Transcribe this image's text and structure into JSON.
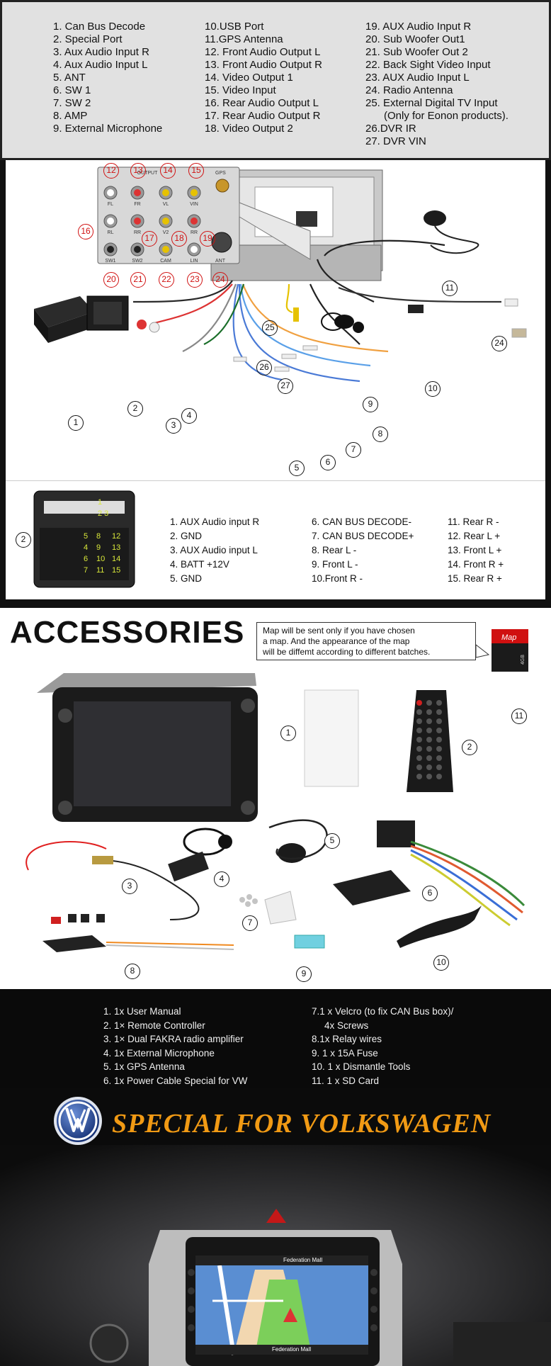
{
  "ports": {
    "col1": [
      "1. Can Bus Decode",
      "2. Special Port",
      "3. Aux Audio Input R",
      "4. Aux Audio Input L",
      "5. ANT",
      "6. SW 1",
      "7. SW 2",
      "8. AMP",
      "9. External Microphone"
    ],
    "col2": [
      "10.USB Port",
      "11.GPS Antenna",
      "12. Front Audio Output L",
      "13. Front Audio Output R",
      "14. Video Output 1",
      "15. Video Input",
      "16. Rear Audio Output L",
      "17. Rear Audio Output R",
      "18. Video Output 2"
    ],
    "col3": [
      "19. AUX Audio Input R",
      "20. Sub Woofer Out1",
      "21. Sub Woofer Out 2",
      "22. Back Sight Video Input",
      "23. AUX Audio Input L",
      "24. Radio Antenna",
      "25. External Digital TV Input",
      "(Only for Eonon products).",
      "26.DVR IR",
      "27. DVR VIN"
    ]
  },
  "diagram": {
    "panel_labels": [
      "OUTPUT",
      "GPS",
      "FL",
      "FR",
      "VL",
      "VIN",
      "RL",
      "RR",
      "V2",
      "RR",
      "SW1",
      "SW2",
      "CAM",
      "LIN",
      "ANT"
    ],
    "red_numbers": [
      "12",
      "13",
      "14",
      "15",
      "16",
      "17",
      "18",
      "19",
      "20",
      "21",
      "22",
      "23",
      "24"
    ],
    "black_numbers": [
      "1",
      "2",
      "3",
      "4",
      "5",
      "6",
      "7",
      "8",
      "9",
      "10",
      "11",
      "24",
      "25",
      "26",
      "27"
    ]
  },
  "pins": {
    "connector_label": "2",
    "pin_grid": [
      "1",
      "2 3",
      "5",
      "8",
      "12",
      "4",
      "9",
      "13",
      "6",
      "10",
      "14",
      "7",
      "11",
      "15"
    ],
    "col1": [
      "1. AUX Audio input R",
      "2. GND",
      "3. AUX Audio input L",
      "4. BATT +12V",
      "5. GND"
    ],
    "col2": [
      "6. CAN BUS DECODE-",
      "7. CAN BUS DECODE+",
      "8. Rear L -",
      "9. Front L -",
      "10.Front R -"
    ],
    "col3": [
      "11. Rear R -",
      "12. Rear L +",
      "13. Front L +",
      "14. Front R +",
      "15. Rear R +"
    ]
  },
  "accessories": {
    "title": "ACCESSORIES",
    "map_note": [
      "Map will be sent only if you have chosen",
      "a map. And the appearance of the map",
      "will be diffemt according to different batches."
    ],
    "sd_label": "Map",
    "sd_size": "4GB",
    "numbers": [
      "1",
      "2",
      "3",
      "4",
      "5",
      "6",
      "7",
      "8",
      "9",
      "10",
      "11"
    ]
  },
  "acc_list": {
    "col1": [
      "1. 1x User Manual",
      "2. 1× Remote Controller",
      "3. 1× Dual FAKRA radio amplifier",
      "4. 1x External Microphone",
      "5. 1x GPS Antenna",
      "6. 1x Power Cable Special for VW"
    ],
    "col2": [
      "7.1 x Velcro (to fix CAN Bus box)/",
      "4x Screws",
      "8.1x Relay wires",
      "9. 1 x 15A Fuse",
      "10. 1 x Dismantle Tools",
      "11. 1 x SD Card"
    ]
  },
  "vw": {
    "title": "SPECIAL FOR VOLKSWAGEN",
    "nav_street_top": "Federation Mall",
    "nav_street_bottom": "Federation Mall"
  },
  "colors": {
    "accent_red": "#d01010",
    "vw_orange": "#f19a14",
    "vw_blue": "#1c3f8f"
  }
}
